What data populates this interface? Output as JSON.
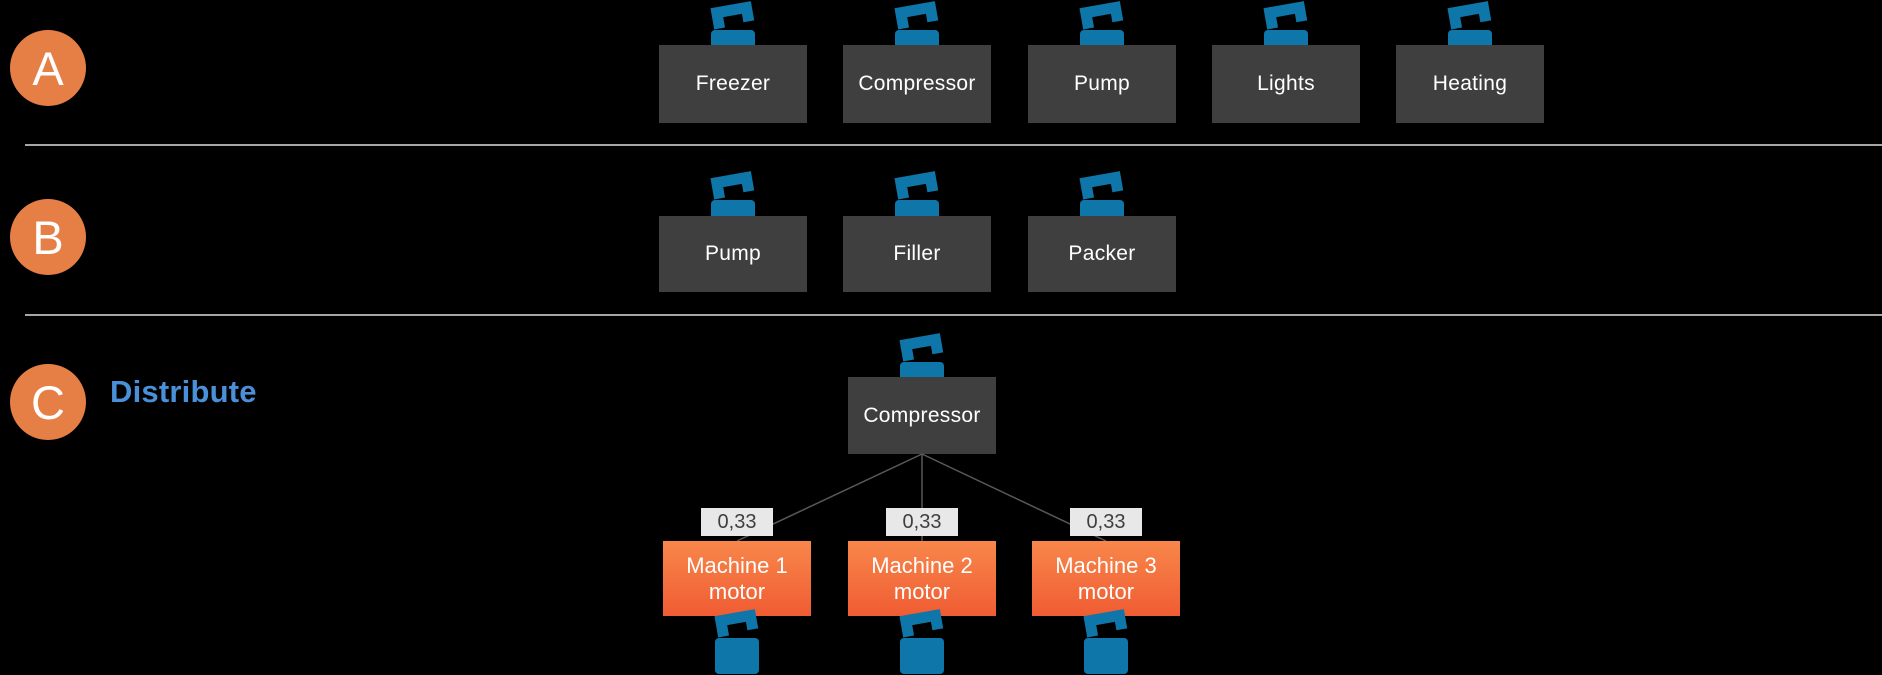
{
  "rowA": {
    "badge": "A",
    "items": [
      {
        "label": "Freezer"
      },
      {
        "label": "Compressor"
      },
      {
        "label": "Pump"
      },
      {
        "label": "Lights"
      },
      {
        "label": "Heating"
      }
    ]
  },
  "rowB": {
    "badge": "B",
    "items": [
      {
        "label": "Pump"
      },
      {
        "label": "Filler"
      },
      {
        "label": "Packer"
      }
    ]
  },
  "rowC": {
    "badge": "C",
    "heading": "Distribute",
    "root_label": "Compressor",
    "machines": [
      {
        "weight": "0,33",
        "name": "Machine 1",
        "sub": "motor"
      },
      {
        "weight": "0,33",
        "name": "Machine 2",
        "sub": "motor"
      },
      {
        "weight": "0,33",
        "name": "Machine 3",
        "sub": "motor"
      }
    ]
  },
  "icons": {
    "equipment": "briefcase-icon"
  },
  "colors": {
    "bg": "#000000",
    "node-gray": "#3F3F3F",
    "node-text": "#FFFFFF",
    "icon-blue": "#0E76A8",
    "badge-orange": "#E67F45",
    "accent-blue": "#4A90D8",
    "machine-top": "#F8874B",
    "machine-bottom": "#F05C33",
    "weight-bg": "#E8E8E8",
    "weight-text": "#3F3F3F",
    "divider": "#A6A6A6",
    "connector": "#595959"
  }
}
